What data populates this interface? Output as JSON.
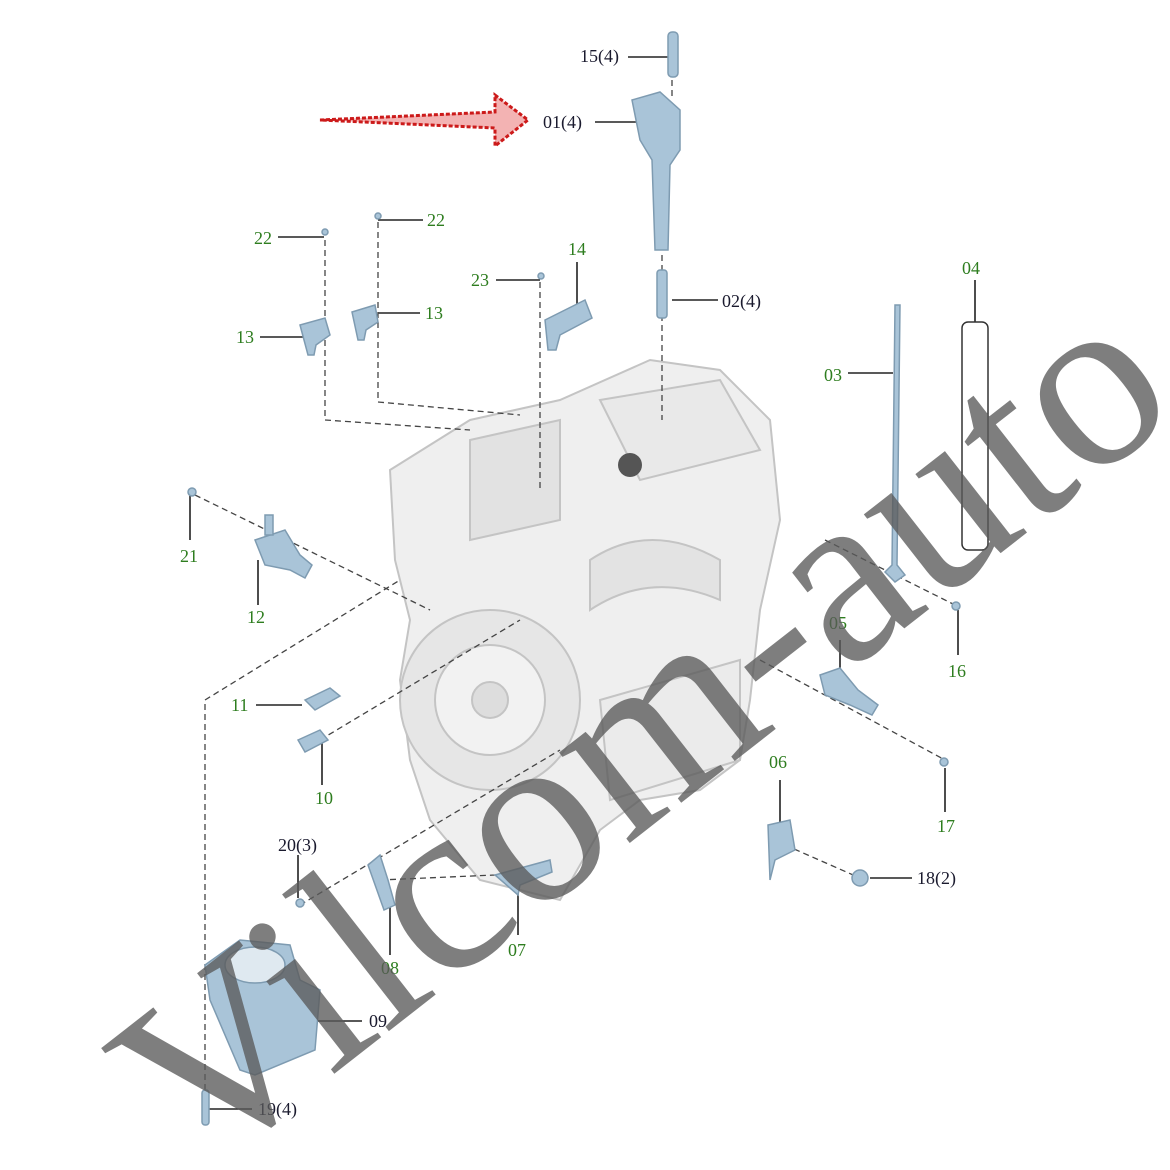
{
  "diagram": {
    "labels": {
      "p15": "15(4)",
      "p01": "01(4)",
      "p02": "02(4)",
      "p22a": "22",
      "p22b": "22",
      "p23": "23",
      "p14": "14",
      "p13a": "13",
      "p13b": "13",
      "p04": "04",
      "p03": "03",
      "p21": "21",
      "p12": "12",
      "p05": "05",
      "p16": "16",
      "p11": "11",
      "p10": "10",
      "p17": "17",
      "p06": "06",
      "p20": "20(3)",
      "p18": "18(2)",
      "p08": "08",
      "p07": "07",
      "p09": "09",
      "p19": "19(4)"
    },
    "watermark": "Vilcom-auto",
    "colors": {
      "part": "#a9c4d8",
      "arrow": "#cc1a1a",
      "label_green": "#2e7d1f",
      "label_dark": "#1a1a2e"
    }
  }
}
